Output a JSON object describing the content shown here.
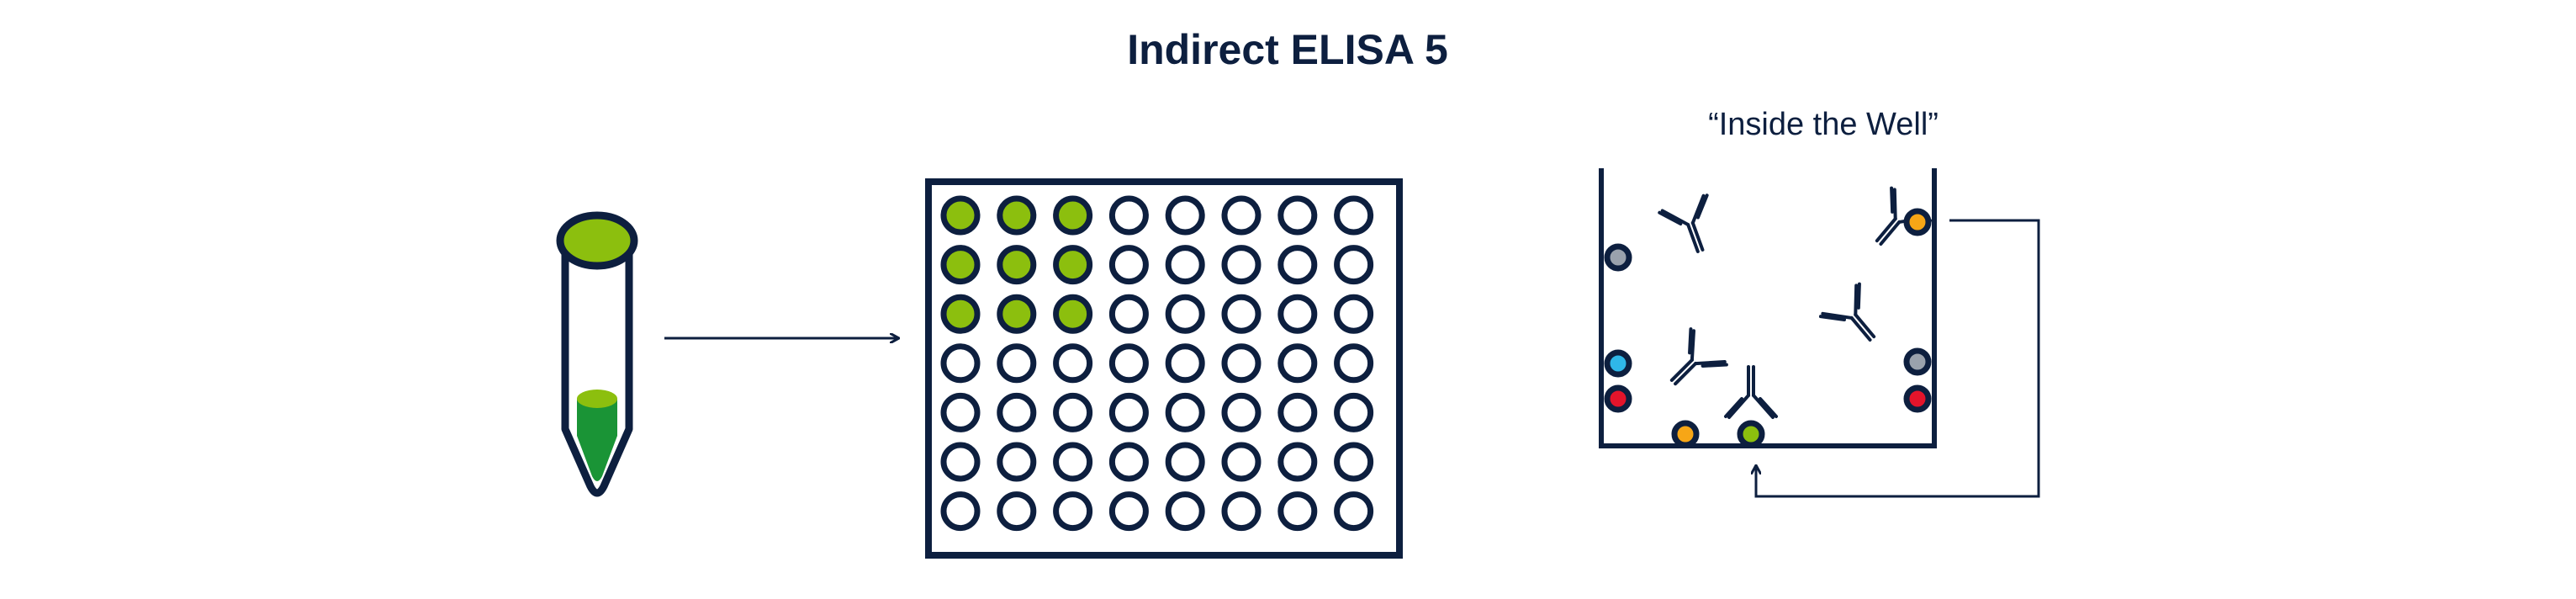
{
  "title": "Indirect ELISA 5",
  "well_view": {
    "label": "“Inside the Well”"
  },
  "colors": {
    "ink": "#0d1f3f",
    "sample_green": "#8cbf0e",
    "liquid_dark_green": "#1a9436",
    "liquid_light_green": "#8cbf0e",
    "antigen_gray": "#9aa2ad",
    "antigen_blue": "#2fb7e8",
    "antigen_red": "#e3142b",
    "antigen_orange": "#f7a616",
    "antigen_green": "#8cbf0e",
    "empty_well": "#ffffff"
  },
  "plate": {
    "rows": 7,
    "cols": 8,
    "filled_rows": 3,
    "filled_cols": 3,
    "filled_color": "#8cbf0e"
  },
  "particles": [
    {
      "name": "antigen-gray-particle",
      "color": "#9aa2ad"
    },
    {
      "name": "antigen-blue-particle",
      "color": "#2fb7e8"
    },
    {
      "name": "antigen-red-particle",
      "color": "#e3142b"
    },
    {
      "name": "antigen-orange-particle",
      "color": "#f7a616"
    },
    {
      "name": "antigen-green-particle",
      "color": "#8cbf0e"
    },
    {
      "name": "antigen-orange-particle",
      "color": "#f7a616"
    },
    {
      "name": "antigen-gray-particle",
      "color": "#9aa2ad"
    },
    {
      "name": "antigen-red-particle",
      "color": "#e3142b"
    }
  ]
}
